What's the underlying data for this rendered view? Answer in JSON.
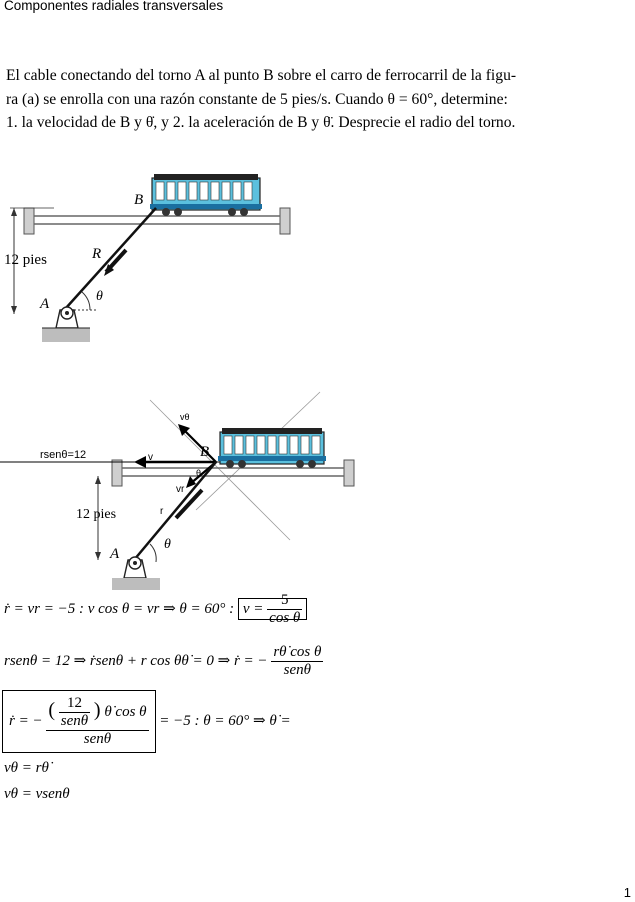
{
  "header": {
    "title": "Componentes radiales transversales"
  },
  "problem": {
    "line1": "El cable conectando del torno A al punto B sobre el carro de ferrocarril de la figu-",
    "line2": "ra (a) se enrolla con una razón constante de 5 pies/s. Cuando θ = 60°, determine:",
    "line3": "1. la velocidad de B y θ̇, y 2. la aceleración de B y θ̈. Desprecie el radio del torno."
  },
  "figure1": {
    "label_B": "B",
    "label_R": "R",
    "label_A": "A",
    "label_theta": "θ",
    "label_height": "12 pies"
  },
  "figure2": {
    "label_rsen": "rsenθ=12",
    "label_vtheta": "vθ",
    "label_v": "v",
    "label_B": "B",
    "label_theta_top": "θ",
    "label_vr": "vr",
    "label_r": "r",
    "label_height": "12 pies",
    "label_A": "A",
    "label_theta": "θ"
  },
  "equations": {
    "eq1_left": "ṙ = vr = −5 : v cos θ = vr ⇒ θ = 60° : ",
    "eq1_box_v": "v = ",
    "eq1_num": "5",
    "eq1_den": "cos θ",
    "eq2_left": "rsenθ = 12 ⇒ ṙsenθ + r cos θθ̇ = 0 ⇒ ṙ = −",
    "eq2_num": "rθ̇ cos θ",
    "eq2_den": "senθ",
    "eq3_prefix": "ṙ = −",
    "eq3_inner_num": "12",
    "eq3_inner_den": "senθ",
    "eq3_num_tail": "θ̇ cos θ",
    "eq3_den": "senθ",
    "eq3_suffix": "= −5 : θ = 60° ⇒ θ̇ =",
    "eq4": "vθ = rθ̇",
    "eq5": "vθ = vsenθ"
  },
  "page_number": "1"
}
